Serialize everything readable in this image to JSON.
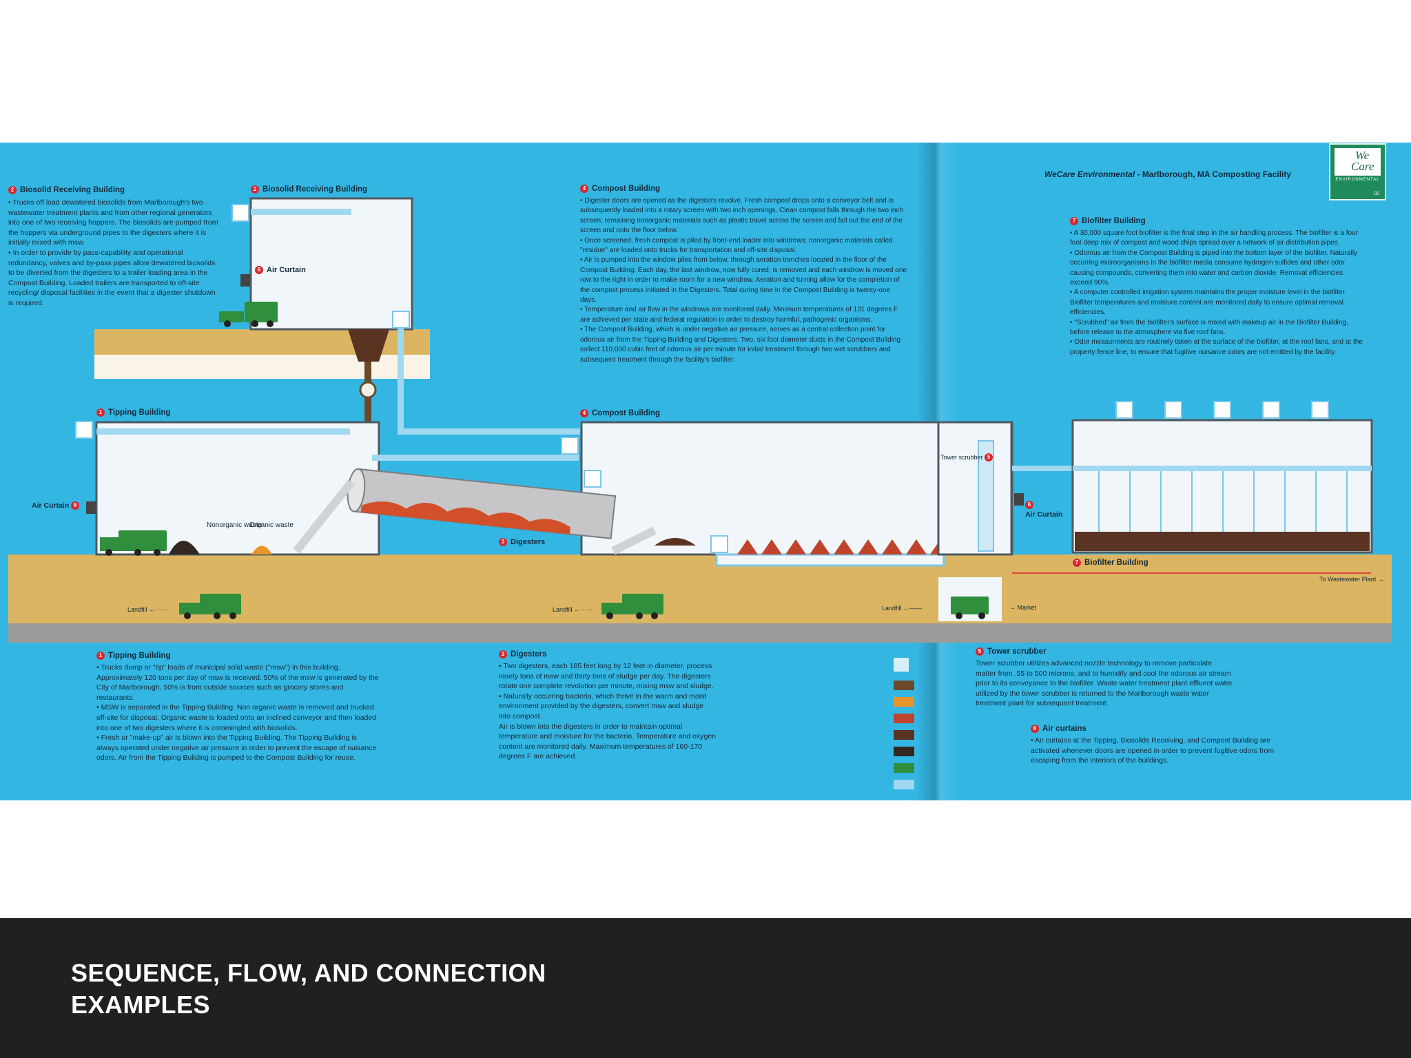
{
  "header": {
    "facility_prefix": "WeCare Environmental",
    "facility_name": " - Marlborough, MA Composting Facility",
    "logo_we": "We",
    "logo_care": "Care",
    "logo_sub": "ENVIRONMENTAL",
    "page_number": "02"
  },
  "sections": {
    "biosolid_top": {
      "num": "2",
      "title": "Biosolid Receiving Building",
      "paragraphs": [
        "• Trucks off load dewatered biosolids from Marlborough's two wastewater treatment plants and from other regional generators into one of two receiving hoppers. The biosolids are pumped from the hoppers via underground pipes to the digesters where it is initially mixed with msw.",
        "• In order to provide by pass-capability and operational redundancy, valves and by-pass pipes allow dewatered biosolids to be diverted from the digesters to a trailer loading area in the Compost Building. Loaded trailers are transported to off-site recycling/ disposal facilities in the event that a digester shutdown is required."
      ]
    },
    "compost_top": {
      "num": "4",
      "title": "Compost Building",
      "paragraphs": [
        "• Digester doors are opened as the digesters revolve. Fresh compost drops onto a conveyor belt and is subsequently loaded into a rotary screen with two inch openings. Clean compost falls through the two inch screen; remaining nonorganic materials such as plastic travel across the screen and fall out the end of the screen and onto the floor below.",
        "• Once screened, fresh compost is piled by front-end loader into windrows; nonorganic materials called \"residue\" are loaded onto trucks for transportation and off-site disposal.",
        "• Air is pumped into the window piles from below, through aeration trenches located in the floor of the Compost Building. Each day, the last windrow, now fully cured, is removed and each windrow is moved one row to the right in order to make room for a new windrow. Aeration and turning allow for the completion of the compost process initiated in the Digesters. Total curing time in the Compost Building is twenty-one days.",
        "• Temperature and air flow in the windrows are monitored daily. Minimum temperatures of 131 degrees F are achieved per state and federal regulation in order to destroy harmful, pathogenic organisms.",
        "• The Compost Building, which is under negative air pressure, serves as a central collection point for odorous air from the Tipping Building and Digesters. Two, six foot diameter ducts in the Compost Building collect 110,000 cubic feet of odorous air per minute for initial treatment through two wet scrubbers and subsequent treatment through the facility's biofilter."
      ]
    },
    "biofilter_top": {
      "num": "7",
      "title": "Biofilter Building",
      "paragraphs": [
        "• A 30,000 square foot biofilter is the final step in the air handling process. The biofilter is a four foot deep mix of compost and wood chips spread over a network of air distribution pipes.",
        "• Odorous air from the Compost Building is piped into the bottom layer of the biofilter. Naturally occurring microorganisms in the biofilter media consume hydrogen sulfides and other odor causing compounds, converting them into water and carbon dioxide. Removal efficiencies exceed 90%.",
        "• A computer controlled irrigation system maintains the proper moisture level in the biofilter. Biofilter temperatures and moisture content are monitored daily to ensure optimal removal efficiencies.",
        "• \"Scrubbed\" air from the biofilter's surface is mixed with makeup air in the Biofilter Building, before release to the atmosphere via five roof fans.",
        "• Odor measurments are routinely taken at the surface of the biofilter, at the roof fans, and at the property fence line, to ensure that fugitive nuisance odors are not emitted by the facility."
      ]
    },
    "tipping_bottom": {
      "num": "1",
      "title": "Tipping Building",
      "paragraphs": [
        "• Trucks dump or \"tip\" loads of municipal solid waste (\"msw\") in this building. Approximately 120 tons per day of msw is received. 50% of the msw is generated by the City of Marlborough, 50% is from outside sources such as grocery stores and restaurants.",
        "• MSW is separated in the Tipping Building. Non organic waste is removed and trucked off-site for disposal. Organic waste is loaded onto an inclined conveyor and then loaded into one of two digesters where it is commingled with biosolids.",
        "• Fresh or \"make-up\" air is blown into the Tipping Building. The Tipping Building is always operated under negative air pressure in order to prevent the escape of nuisance odors. Air from the Tipping Building is pumped to the Compost Building for reuse."
      ]
    },
    "digesters_bottom": {
      "num": "3",
      "title": "Digesters",
      "paragraphs": [
        "• Two digesters, each 185 feet long by 12 feet in diameter, process ninety tons of msw and thirty tons of sludge per day. The digesters rotate one complete revolution per minute, mixing msw and sludge.",
        "• Naturally occurring bacteria, which thrive in the warm and moist environment provided by the digesters, convert msw and sludge into compost.",
        "Air is blown into the digesters in order to maintain optimal temperature and moisture for the bacteria. Temperature and oxygen content are monitored daily. Maximum temperatures of 160-170 degrees F are achieved."
      ]
    },
    "scrubber_bottom": {
      "num": "5",
      "title": "Tower scrubber",
      "paragraphs": [
        "Tower scrubber utilizes advanced nozzle technology to remove particulate matter from .55 to 500 microns, and to humidify and cool the odorous air stream prior to its conveyance to the biofilter. Waste water treatment plant effluent water utilized by the tower scrubber is returned to the Marlborough waste water treatment plant for subsequent treatment."
      ]
    },
    "curtains_bottom": {
      "num": "6",
      "title": "Air curtains",
      "paragraphs": [
        "• Air curtains at the Tipping, Biosolids Receiving, and Compost Building are activated whenever doors are opened in order to prevent fugitive odors from escaping from the interiors of the buildings."
      ]
    }
  },
  "diagram_labels": {
    "biosolid_building": "Biosolid Receiving Building",
    "biosolid_num": "2",
    "air_curtain_upper": "Air Curtain",
    "air_curtain_num": "6",
    "tipping_building": "Tipping Building",
    "tipping_num": "1",
    "air_curtain_left": "Air Curtain",
    "nonorganic": "Nonorganic waste",
    "organic": "Organic waste",
    "digesters": "Digesters",
    "digesters_num": "3",
    "compost_building": "Compost Building",
    "compost_num": "4",
    "scrubber": "Tower scrubber",
    "scrubber_num": "5",
    "air_curtain_right": "Air Curtain",
    "biofilter_building": "Biofilter Building",
    "biofilter_num": "7",
    "to_wastewater": "To Wastewater Plant",
    "landfill_1": "Landfill",
    "landfill_2": "Landfill",
    "landfill_3": "Landfill",
    "market": "Market"
  },
  "footer": {
    "title": "SEQUENCE, FLOW, AND CONNECTION EXAMPLES"
  },
  "colors": {
    "page_blue": "#34b6e3",
    "ground": "#dcb563",
    "footer": "#221f20",
    "truck_green": "#2f8f3c",
    "compost_brown": "#5a3323",
    "compost_orange": "#d1502a",
    "accent_red": "#d8272f"
  }
}
